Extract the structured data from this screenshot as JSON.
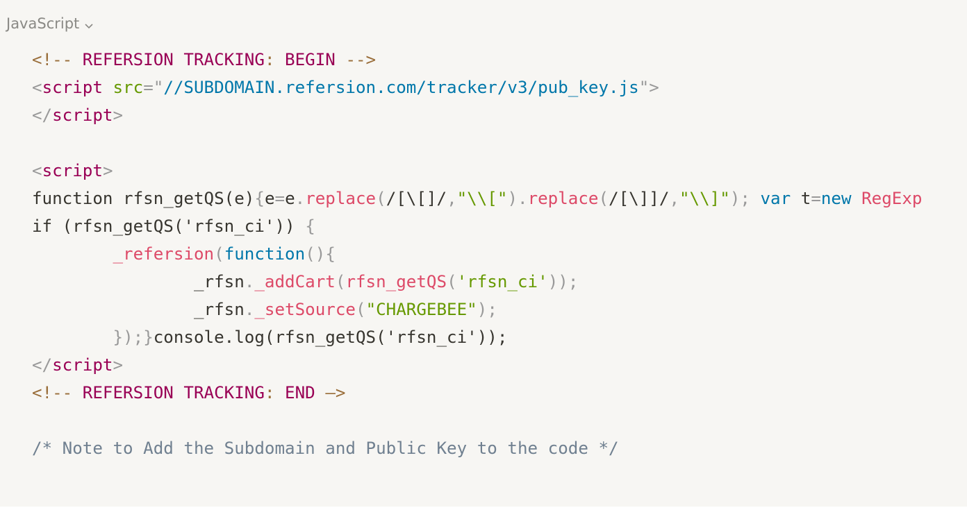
{
  "code_block": {
    "language": "JavaScript",
    "lines": [
      [
        [
          "<!--",
          "comment-delim"
        ],
        [
          " REFERSION TRACKING",
          "comment-text"
        ],
        [
          ":",
          "comment-delim"
        ],
        [
          " BEGIN ",
          "comment-text"
        ],
        [
          "-->",
          "comment-delim"
        ]
      ],
      [
        [
          "<",
          "tag-punct"
        ],
        [
          "script",
          "tag-name"
        ],
        [
          " ",
          "plain"
        ],
        [
          "src",
          "attr-name"
        ],
        [
          "=",
          "punct"
        ],
        [
          "\"",
          "punct"
        ],
        [
          "//SUBDOMAIN.refersion.com/tracker/v3/pub_key.js",
          "attr-val"
        ],
        [
          "\"",
          "punct"
        ],
        [
          ">",
          "tag-punct"
        ]
      ],
      [
        [
          "</",
          "tag-punct"
        ],
        [
          "script",
          "tag-name"
        ],
        [
          ">",
          "tag-punct"
        ]
      ],
      [],
      [
        [
          "<",
          "tag-punct"
        ],
        [
          "script",
          "tag-name"
        ],
        [
          ">",
          "tag-punct"
        ]
      ],
      [
        [
          "function rfsn_getQS(e)",
          "plain"
        ],
        [
          "{",
          "punct"
        ],
        [
          "e",
          "plain"
        ],
        [
          "=",
          "punct"
        ],
        [
          "e",
          "plain"
        ],
        [
          ".",
          "punct"
        ],
        [
          "replace",
          "func"
        ],
        [
          "(",
          "punct"
        ],
        [
          "/[\\[]/",
          "plain"
        ],
        [
          ",",
          "punct"
        ],
        [
          "\"\\\\[\"",
          "string"
        ],
        [
          ")",
          "punct"
        ],
        [
          ".",
          "punct"
        ],
        [
          "replace",
          "func"
        ],
        [
          "(",
          "punct"
        ],
        [
          "/[\\]]/",
          "plain"
        ],
        [
          ",",
          "punct"
        ],
        [
          "\"\\\\]\"",
          "string"
        ],
        [
          ")",
          "punct"
        ],
        [
          ";",
          "punct"
        ],
        [
          " ",
          "plain"
        ],
        [
          "var",
          "keyword"
        ],
        [
          " t",
          "plain"
        ],
        [
          "=",
          "punct"
        ],
        [
          "new",
          "keyword"
        ],
        [
          " RegExp",
          "func"
        ]
      ],
      [
        [
          "if (rfsn_getQS('rfsn_ci')) ",
          "plain"
        ],
        [
          "{",
          "punct"
        ]
      ],
      [
        [
          "        ",
          "plain"
        ],
        [
          "_refersion",
          "func"
        ],
        [
          "(",
          "punct"
        ],
        [
          "function",
          "keyword"
        ],
        [
          "(",
          "punct"
        ],
        [
          ")",
          "punct"
        ],
        [
          "{",
          "punct"
        ]
      ],
      [
        [
          "                ",
          "plain"
        ],
        [
          "_rfsn",
          "plain"
        ],
        [
          ".",
          "punct"
        ],
        [
          "_addCart",
          "func"
        ],
        [
          "(",
          "punct"
        ],
        [
          "rfsn_getQS",
          "func"
        ],
        [
          "(",
          "punct"
        ],
        [
          "'rfsn_ci'",
          "string"
        ],
        [
          ")",
          "punct"
        ],
        [
          ")",
          "punct"
        ],
        [
          ";",
          "punct"
        ]
      ],
      [
        [
          "                ",
          "plain"
        ],
        [
          "_rfsn",
          "plain"
        ],
        [
          ".",
          "punct"
        ],
        [
          "_setSource",
          "func"
        ],
        [
          "(",
          "punct"
        ],
        [
          "\"CHARGEBEE\"",
          "string"
        ],
        [
          ")",
          "punct"
        ],
        [
          ";",
          "punct"
        ]
      ],
      [
        [
          "        ",
          "plain"
        ],
        [
          "}",
          "punct"
        ],
        [
          ")",
          "punct"
        ],
        [
          ";",
          "punct"
        ],
        [
          "}",
          "punct"
        ],
        [
          "console.log(rfsn_getQS('rfsn_ci'));",
          "plain"
        ]
      ],
      [
        [
          "</",
          "tag-punct"
        ],
        [
          "script",
          "tag-name"
        ],
        [
          ">",
          "tag-punct"
        ]
      ],
      [
        [
          "<!--",
          "comment-delim"
        ],
        [
          " REFERSION TRACKING",
          "comment-text"
        ],
        [
          ":",
          "comment-delim"
        ],
        [
          " END ",
          "comment-text"
        ],
        [
          "–>",
          "comment-delim"
        ]
      ],
      [],
      [
        [
          "/* Note to Add the Subdomain and Public Key to the code */",
          "cmt"
        ]
      ]
    ]
  }
}
